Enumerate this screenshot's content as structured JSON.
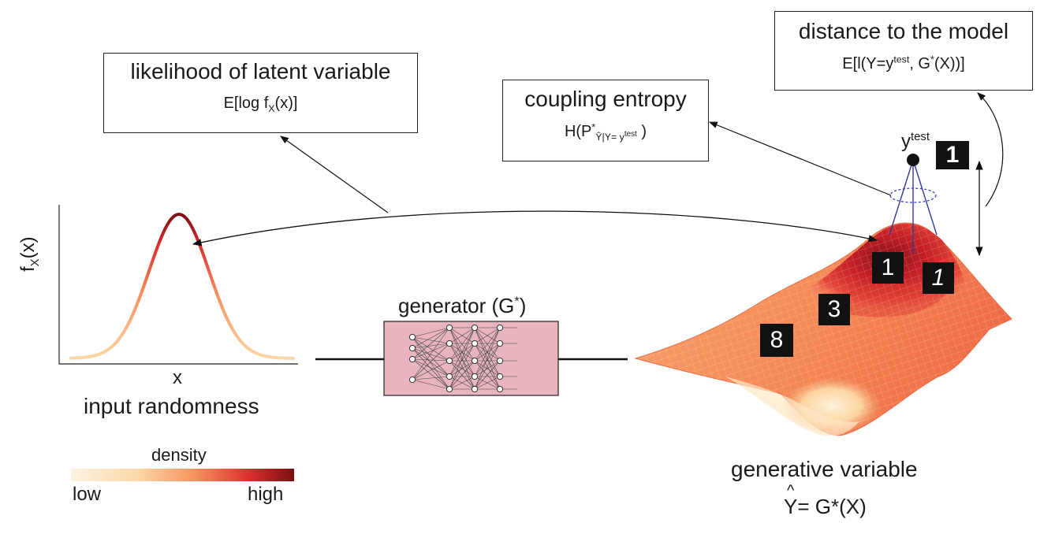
{
  "boxes": {
    "likelihood": {
      "title": "likelihood of latent variable",
      "formula_pre": "E[log f",
      "formula_sub": "X",
      "formula_post": "(x)]"
    },
    "coupling": {
      "title": "coupling entropy",
      "formula_pre": "H(P",
      "formula_sup": "*",
      "formula_sub_main": "Ŷ|Y= y",
      "formula_sub_sup": "test",
      "formula_post": ")"
    },
    "distance": {
      "title": "distance to the model",
      "formula_pre": "E[l(Y=y",
      "formula_sup1": "test",
      "formula_mid": ", G",
      "formula_sup2": "*",
      "formula_post": "(X))]"
    }
  },
  "input_plot": {
    "ylabel_pre": "f",
    "ylabel_sub": "X",
    "ylabel_post": "(x)",
    "xlabel": "x",
    "caption": "input randomness"
  },
  "generator": {
    "label_pre": "generator (G",
    "label_sup": "*",
    "label_post": ")"
  },
  "output": {
    "caption": "generative variable",
    "formula_hat": "^",
    "formula": "Y= G*(X)"
  },
  "test_point": {
    "label_main": "y",
    "label_sup": "test"
  },
  "digits": {
    "test": "1",
    "near_a": "1",
    "near_b": "1",
    "mid": "3",
    "far": "8"
  },
  "colorbar": {
    "title": "density",
    "low": "low",
    "high": "high",
    "colors": [
      "#fdf4e3",
      "#fbd7a7",
      "#f7945f",
      "#dd2d2d",
      "#7a0f14"
    ]
  }
}
